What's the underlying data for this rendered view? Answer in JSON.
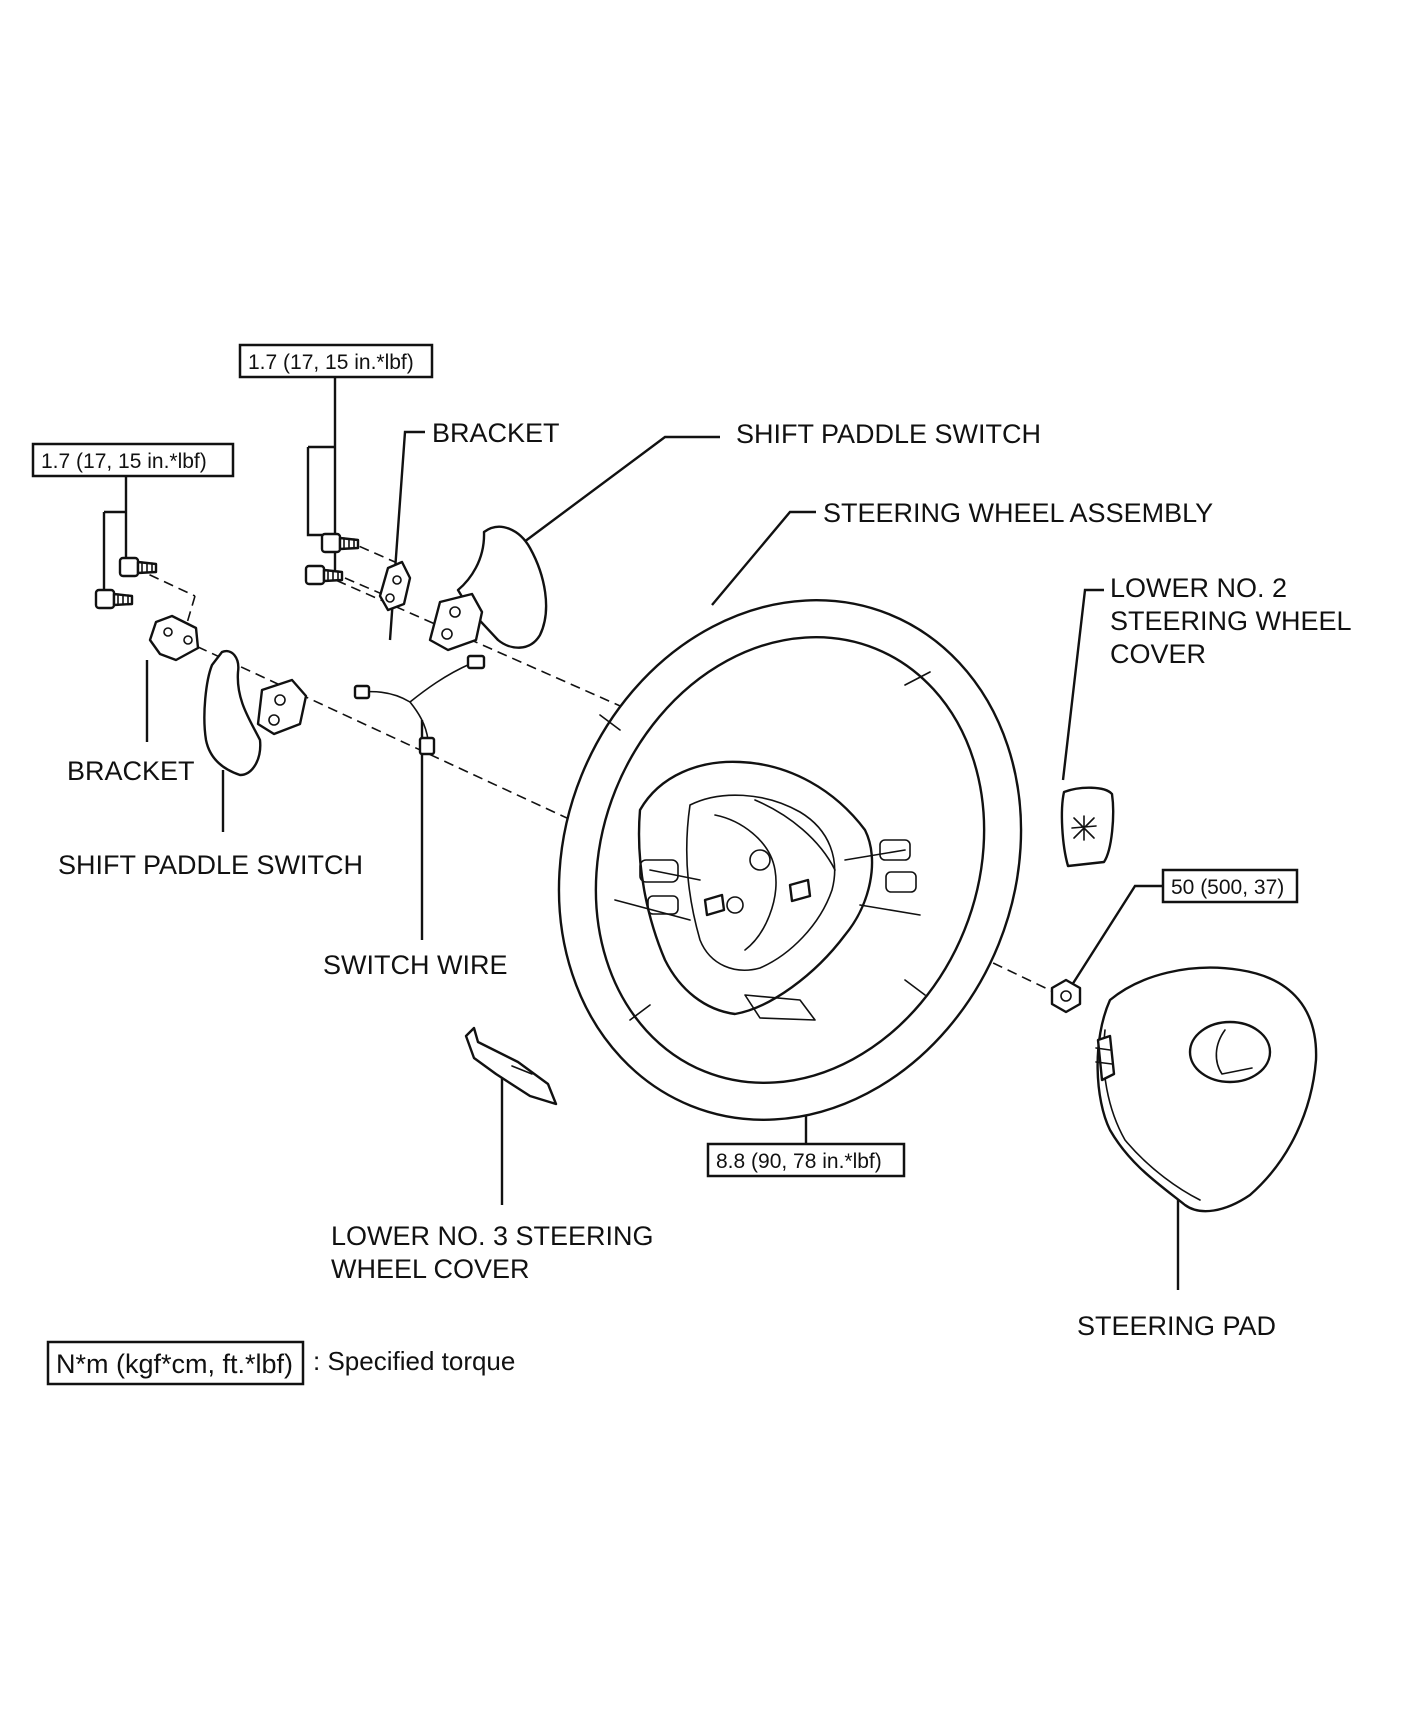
{
  "labels": {
    "bracket_upper": "BRACKET",
    "shift_paddle_upper": "SHIFT PADDLE SWITCH",
    "steering_wheel_assembly": "STEERING WHEEL ASSEMBLY",
    "lower_no2_l1": "LOWER NO. 2",
    "lower_no2_l2": "STEERING WHEEL",
    "lower_no2_l3": "COVER",
    "bracket_left": "BRACKET",
    "shift_paddle_left": "SHIFT PADDLE SWITCH",
    "switch_wire": "SWITCH WIRE",
    "lower_no3_l1": "LOWER NO. 3 STEERING",
    "lower_no3_l2": "WHEEL COVER",
    "steering_pad": "STEERING PAD"
  },
  "torques": {
    "top_bolts": "1.7 (17, 15 in.*lbf)",
    "left_bolts": "1.7 (17, 15 in.*lbf)",
    "nut": "50 (500, 37)",
    "wheel_bolts": "8.8 (90, 78 in.*lbf)"
  },
  "legend": {
    "unit_box": "N*m (kgf*cm, ft.*lbf)",
    "description": ": Specified torque"
  }
}
